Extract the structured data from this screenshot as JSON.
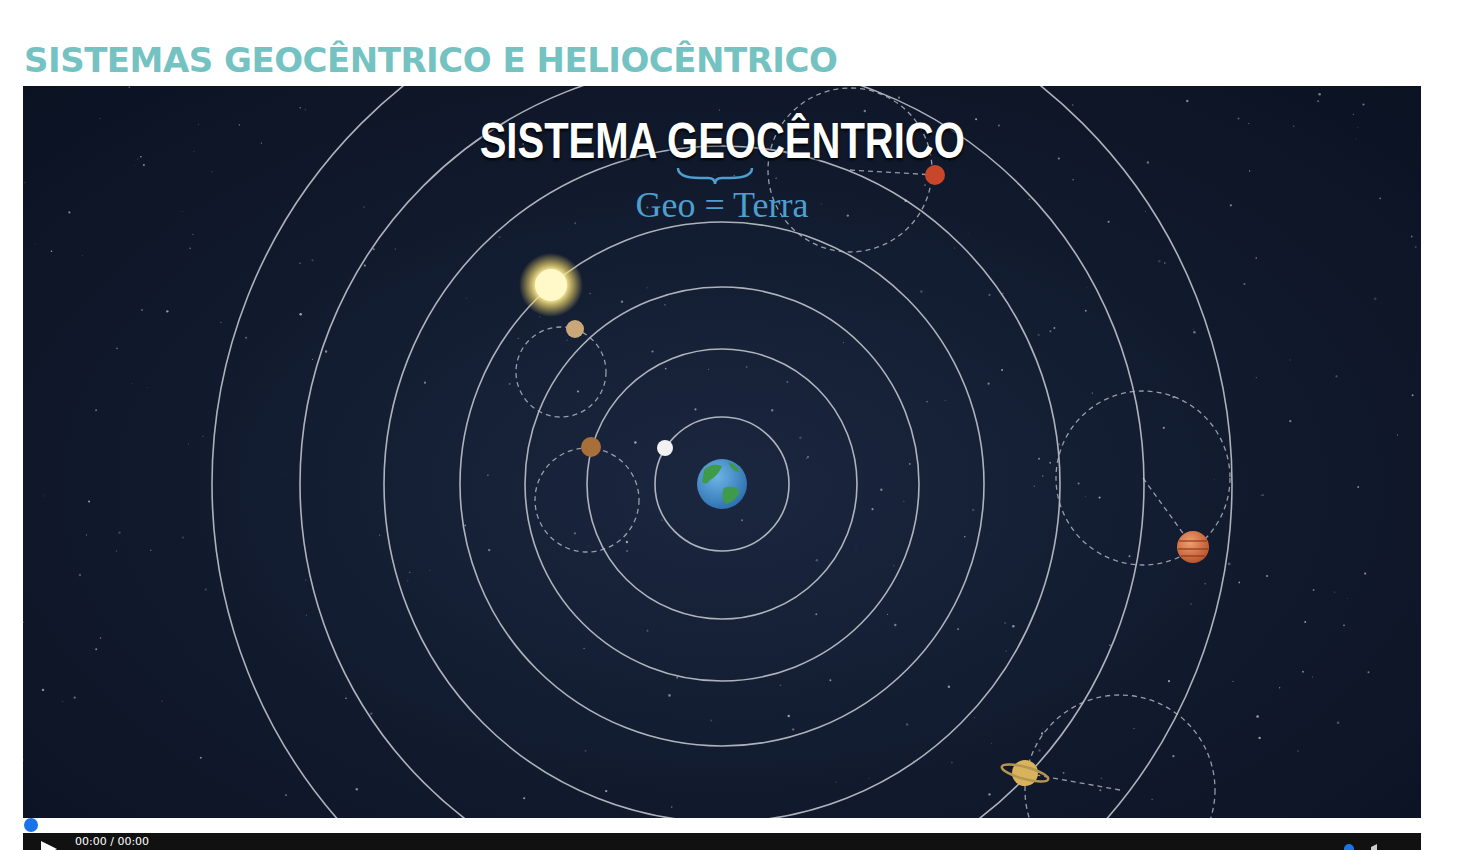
{
  "diagram": {
    "title": "SISTEMAS GEOCÊNTRICO E HELIOCÊNTRICO",
    "labels": [
      "SISTEMA GEOCÊNTRICO",
      "Geo = Terra",
      "00:00 / 00:00"
    ]
  }
}
